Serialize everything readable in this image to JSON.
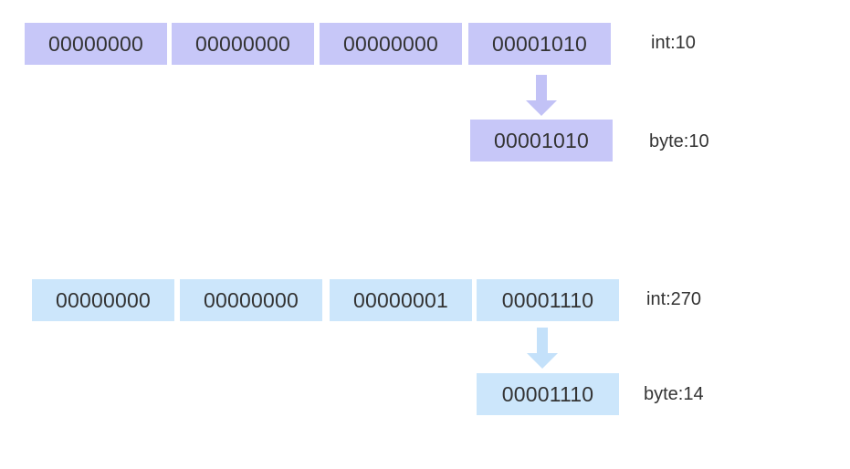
{
  "colors": {
    "purple_box": "#c7c7f8",
    "purple_arrow": "#c2c2f6",
    "blue_box": "#cce6fb",
    "blue_arrow": "#c4e1fa",
    "text": "#333333"
  },
  "example1": {
    "int_bytes": [
      "00000000",
      "00000000",
      "00000000",
      "00001010"
    ],
    "int_label": "int:10",
    "byte_value": "00001010",
    "byte_label": "byte:10"
  },
  "example2": {
    "int_bytes": [
      "00000000",
      "00000000",
      "00000001",
      "00001110"
    ],
    "int_label": "int:270",
    "byte_value": "00001110",
    "byte_label": "byte:14"
  }
}
